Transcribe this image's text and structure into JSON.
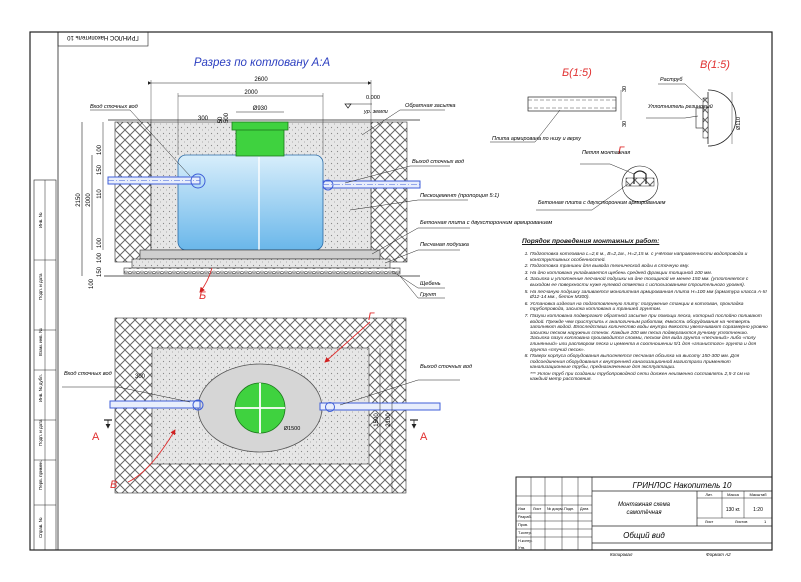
{
  "frame_stamp": "ГРИНЛОС Накопитель 10",
  "section_title": "Разрез по котловану А:А",
  "detail_b": "Б(1:5)",
  "detail_v": "В(1:5)",
  "labels": {
    "inlet_top": "Вход сточных вод",
    "outlet_top": "Выход сточных вод",
    "backfill": "Обратная засыпка",
    "ground_level": "ур. земли",
    "level_value": "0.000",
    "sand_cement": "Пескоцемент (пропорция 5:1)",
    "concrete_slab": "Бетонная плита с двухсторонним армированием",
    "sand_cushion": "Песчаная подушка",
    "gravel": "Щебень",
    "soil": "Грунт",
    "inlet_plan": "Вход сточных вод",
    "outlet_plan": "Выход сточных вод",
    "slab_reinforced": "Плита армирована по низу и верху",
    "socket": "Раструб",
    "rubber_seal": "Уплотнитель резиновый",
    "loop": "Петля монтажная",
    "concrete_slab_2": "Бетонная плита с двухсторонним армированием",
    "marker_b": "Б",
    "marker_g": "Г",
    "marker_g2": "Г",
    "marker_v": "В",
    "marker_a_left": "А",
    "marker_a_right": "А"
  },
  "dimensions": {
    "d2600": "2600",
    "d2000": "2000",
    "d930": "Ø930",
    "d300": "300",
    "d50": "50",
    "d500": "500",
    "d100a": "100",
    "d2150": "2150",
    "d2000v": "2000",
    "d150": "150",
    "d110": "110",
    "d100b": "100",
    "d100c": "100",
    "d150b": "150",
    "d100d": "100",
    "d30a": "30",
    "d30b": "30",
    "d110v": "Ø110",
    "d2100": "2100",
    "d1500": "1500",
    "d300p": "300",
    "d1500v": "Ø1500"
  },
  "notes": {
    "title": "Порядок проведения монтажных работ:",
    "items": [
      "Подготовка котлована L=2,6 м., В=2,1м., Н=2,15 м. с учётом направленности водопровода и конструктивных особенностей.",
      "Подготовка траншеи для вывода технической воды в сточную яму.",
      "На дно котлована укладывается щебень средней фракции толщиной 100 мм.",
      "Засыпка и уплотнение песчаной подушки на дне толщиной не менее 150 мм. (уплотняется с выходом ее поверхности нуже нулевой отметки с использованием строительного уровня).",
      "На песчаную подушку заливается монолитная армированная плита Н=100 мм (арматура класса А-III Ø12-14 мм., бетон М300).",
      "Установка изделия на подготовленную плиту: погружение станции в котлован, прокладка трубопровода, засыпка котлована и траншей грунтом.",
      "Пазухи котлована подвергают обратной засыпке при помощи песка, который послойно поливают водой. Прежде чем приступить к аналогичным работам, ёмкость оборудования на четверть заполняют водой. Впоследствии количество воды внутри ёмкости увеличивают соразмерно уровню засыпки песком наружных стенок. Каждые 200 мм песка подвергаются ручному уплотнению. Засыпка пазух котлована производится слоями, песком для вида грунта «песчаный» либо «полу глинянный» или раствором песка и цемента в соотношении 5/1 для «глинистого» грунта и для грунта «плучий песок».",
      "Поверх корпуса оборудования выполняется песчаная обсыпка на высоту 150-300 мм. Для подсоединения оборудования к внутренней канализационной магистрали применяют канализационные трубы, предназначенные для эксплуатации."
    ],
    "footnote": "*** Уклон труб при создании трубопроводной сети должен неизменно составлять 2,5-3 см на каждый метр расстояния."
  },
  "title_block": {
    "product": "ГРИНЛОС Накопитель 10",
    "description": "Монтажная схема самотёчная",
    "view": "Общий вид",
    "col_lit": "Лит.",
    "col_mass": "Масса",
    "col_scale": "Масштаб",
    "mass": "130 кг.",
    "scale": "1:20",
    "sheet": "Лист",
    "sheets": "Листов",
    "sheets_num": "1",
    "izm": "Изм",
    "list2": "Лист",
    "doc": "№ докум.",
    "sign": "Подп.",
    "date": "Дата",
    "razrab": "Разраб.",
    "prov": "Пров.",
    "tkontr": "Т.контр.",
    "nkontr": "Н.контр.",
    "utv": "Утв.",
    "copied": "Копировал",
    "format": "Формат А2"
  },
  "side_stamps": {
    "s1": "Инв. №",
    "s2": "Подп. и дата",
    "s3": "Взам. инв. №",
    "s4": "Инв. № дубл.",
    "s5": "Подп. и дата",
    "s6": "Перв. примен.",
    "s7": "Справ. №"
  },
  "colors": {
    "tank_green": "#3fd23f",
    "tank_blue": "#a8d6f2",
    "pipe_blue": "#3f5fd8",
    "red_marker": "#e03030",
    "title_blue": "#2c3fc0"
  }
}
